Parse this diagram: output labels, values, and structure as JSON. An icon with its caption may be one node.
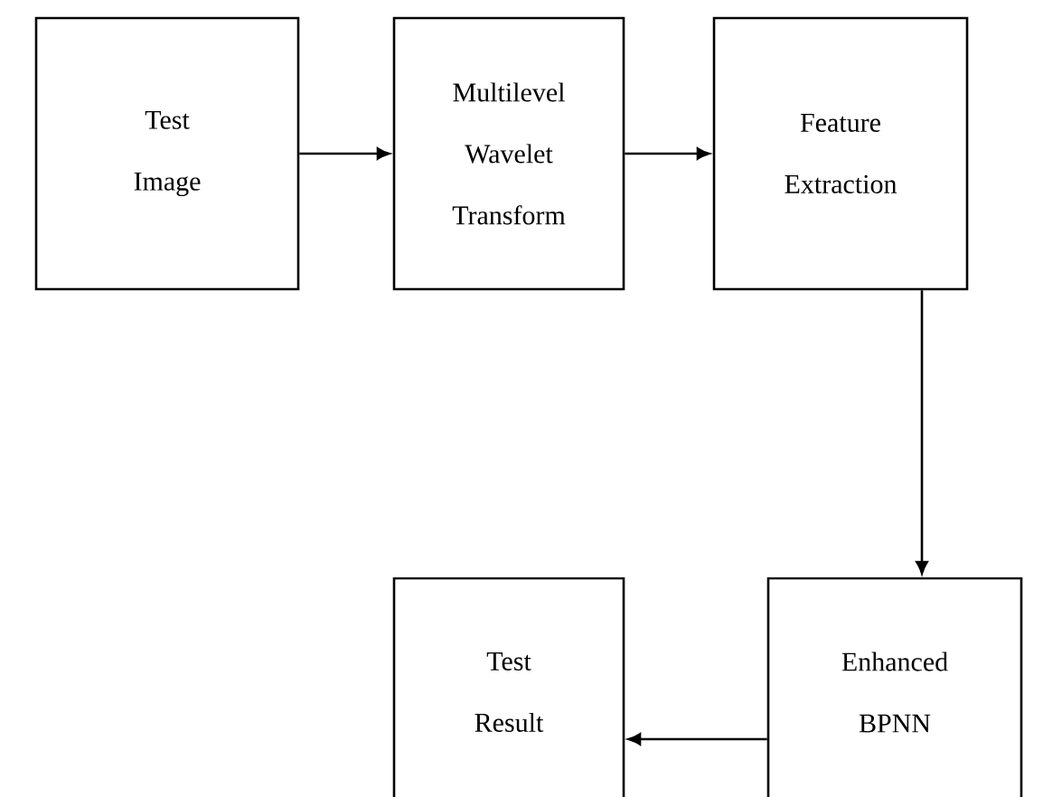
{
  "diagram": {
    "nodes": [
      {
        "text": [
          "Test Image"
        ]
      },
      {
        "text": [
          "Multilevel Wavelet Transform"
        ]
      },
      {
        "text": [
          "Feature Extraction"
        ]
      },
      {
        "text": [
          "Test Result"
        ]
      },
      {
        "text": [
          "Enhanced BPNN"
        ]
      }
    ],
    "edges": [
      {
        "from": 0,
        "to": 1,
        "arrow": "to"
      },
      {
        "from": 1,
        "to": 2,
        "arrow": "to"
      },
      {
        "from": 2,
        "to": 4,
        "arrow": "to"
      },
      {
        "from": 4,
        "to": 3,
        "arrow": "to"
      }
    ]
  }
}
